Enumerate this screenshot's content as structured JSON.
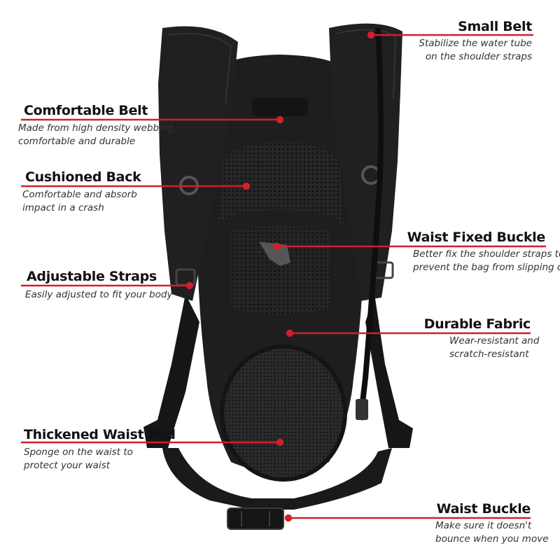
{
  "callouts": {
    "small_belt": {
      "title": "Small Belt",
      "desc1": "Stabilize the water tube",
      "desc2": "on the shoulder straps"
    },
    "comfortable_belt": {
      "title": "Comfortable Belt",
      "desc1": "Made from high density webbing,",
      "desc2": "comfortable and durable"
    },
    "cushioned_back": {
      "title": "Cushioned Back",
      "desc1": "Comfortable and absorb",
      "desc2": "impact in a crash"
    },
    "waist_fixed_buckle": {
      "title": "Waist Fixed Buckle",
      "desc1": "Better fix the shoulder straps to",
      "desc2": "prevent the bag from slipping off"
    },
    "adjustable_straps": {
      "title": "Adjustable Straps",
      "desc1": "Easily adjusted to fit your body"
    },
    "durable_fabric": {
      "title": "Durable Fabric",
      "desc1": "Wear-resistant and",
      "desc2": "scratch-resistant"
    },
    "thickened_waist_pad": {
      "title": "Thickened Waist Pad",
      "desc1": "Sponge on the waist to",
      "desc2": "protect your waist"
    },
    "waist_buckle": {
      "title": "Waist Buckle",
      "desc1": "Make sure it doesn't",
      "desc2": "bounce when you move"
    }
  },
  "colors": {
    "leader_line": "#d0202a",
    "backpack": "#1c1c1c",
    "mesh": "#2a2a2a"
  }
}
